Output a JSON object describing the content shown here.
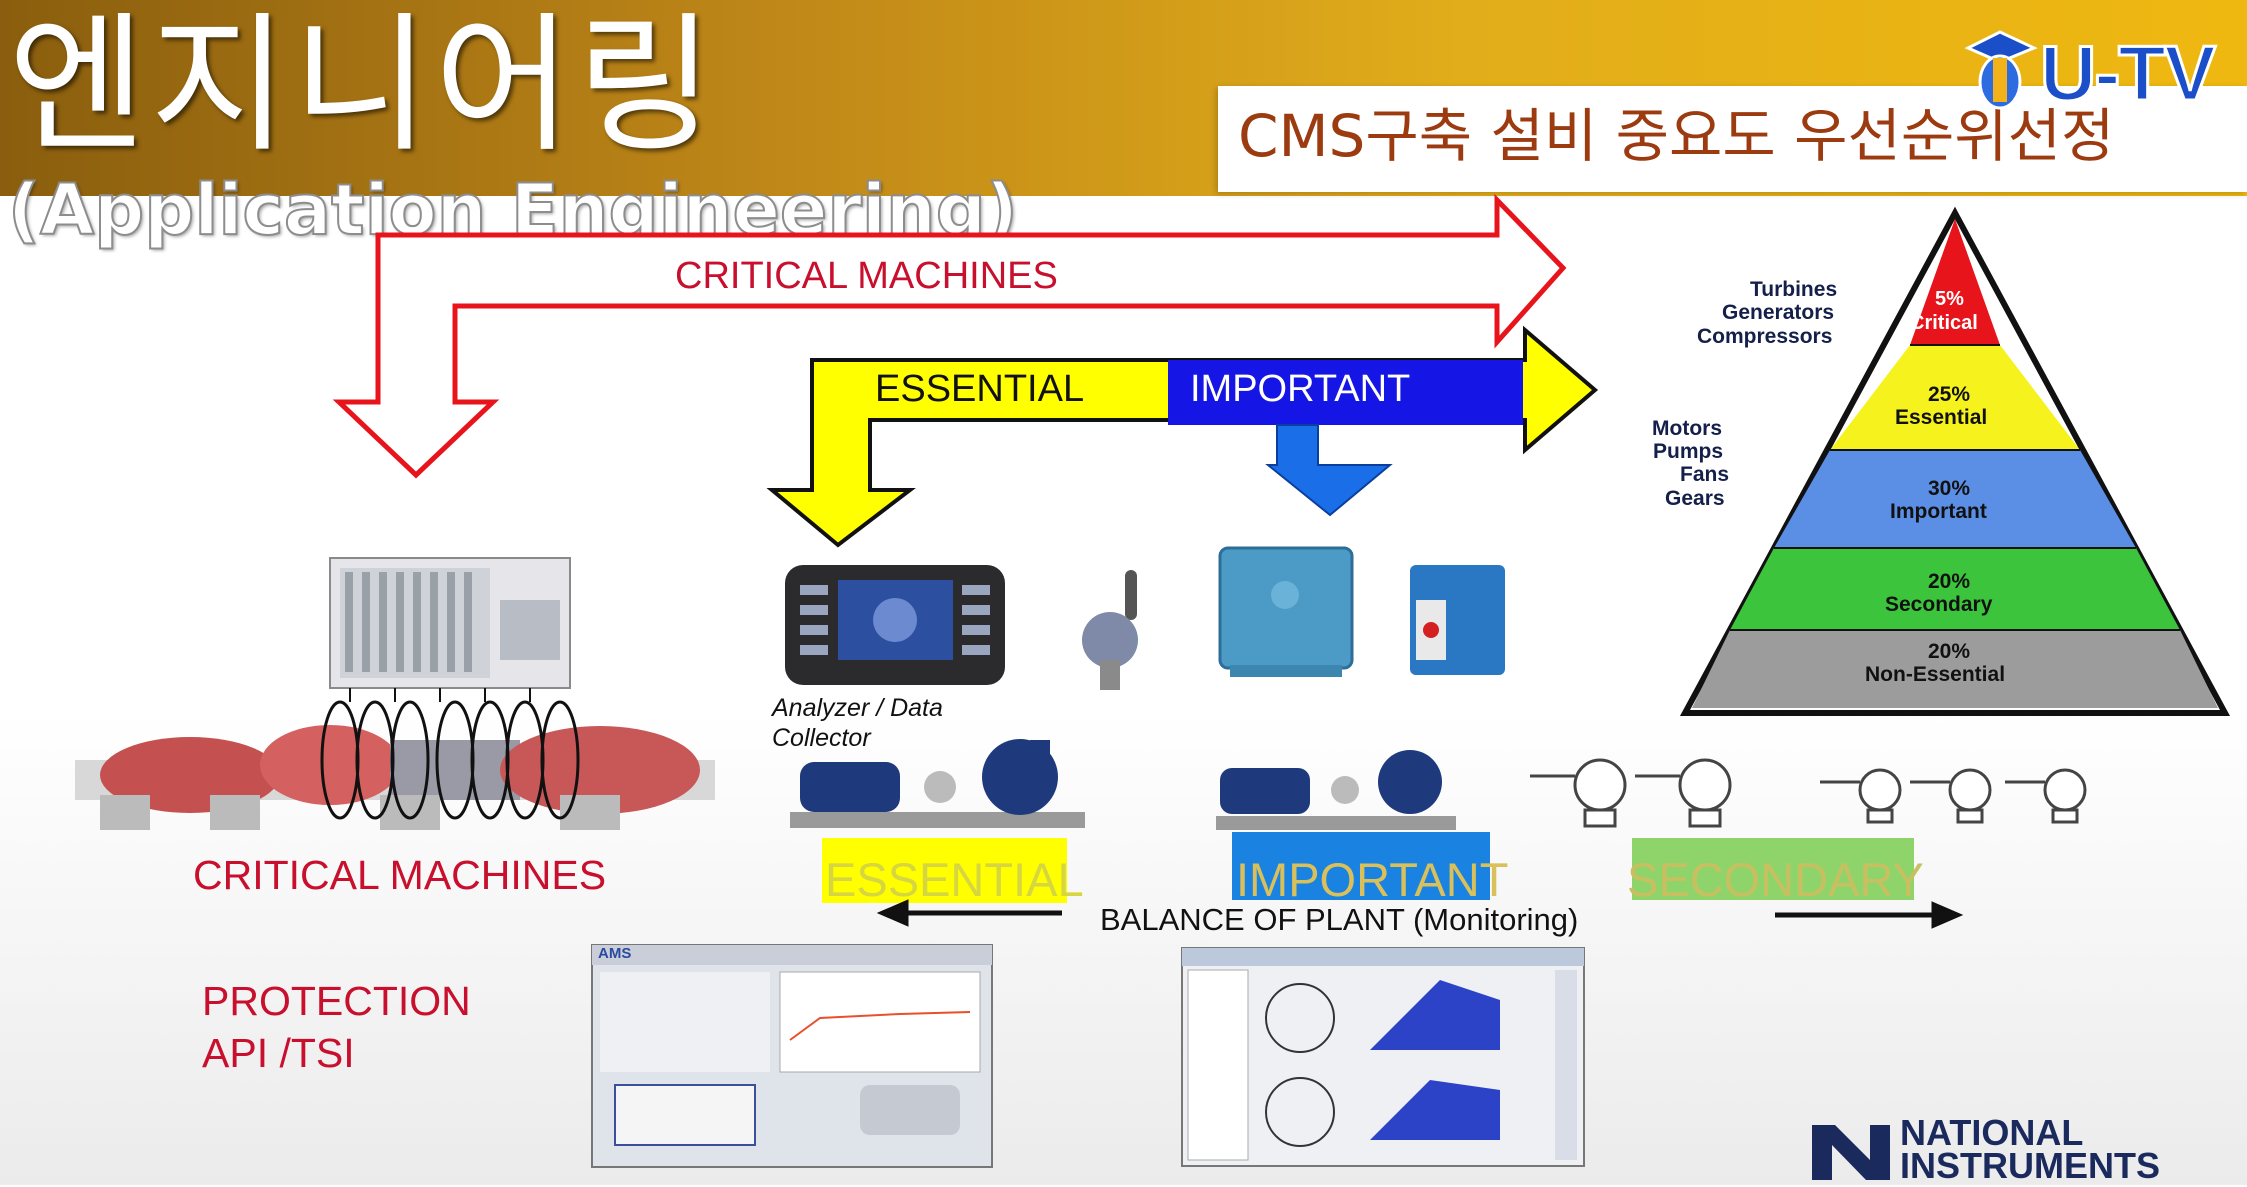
{
  "header": {
    "title": "엔지니어링",
    "subtitle": "(Application Engineering)",
    "topic": "CMS구축 설비 중요도 우선순위선정",
    "channel_logo": "U-TV"
  },
  "arrows": {
    "critical_machines": "CRITICAL MACHINES",
    "essential": "ESSENTIAL",
    "important": "IMPORTANT"
  },
  "pyramid": {
    "levels": [
      {
        "percent": "5%",
        "name": "Critical",
        "color": "#e8141b"
      },
      {
        "percent": "25%",
        "name": "Essential",
        "color": "#f6f21d"
      },
      {
        "percent": "30%",
        "name": "Important",
        "color": "#5b8fe6"
      },
      {
        "percent": "20%",
        "name": "Secondary",
        "color": "#3cc43c"
      },
      {
        "percent": "20%",
        "name": "Non-Essential",
        "color": "#9c9c9c"
      }
    ],
    "critical_examples": [
      "Turbines",
      "Generators",
      "Compressors"
    ],
    "essential_examples": [
      "Motors",
      "Pumps",
      "Fans",
      "Gears"
    ]
  },
  "equipment": {
    "analyzer_label_line1": "Analyzer / Data",
    "analyzer_label_line2": "Collector"
  },
  "categories": {
    "critical_machines": "CRITICAL MACHINES",
    "essential": "ESSENTIAL",
    "important": "IMPORTANT",
    "secondary": "SECONDARY",
    "balance_of_plant": "BALANCE OF PLANT (Monitoring)",
    "protection_line1": "PROTECTION",
    "protection_line2": "API /TSI"
  },
  "screens": {
    "left_logo": "AMS"
  },
  "footer": {
    "brand_line1": "NATIONAL",
    "brand_line2": "INSTRUMENTS"
  },
  "colors": {
    "critical_red": "#c8102e",
    "essential_yellow": "#ffff00",
    "important_blue": "#1515e6",
    "secondary_green": "#8fd46b",
    "title_brown": "#9c3a10"
  }
}
